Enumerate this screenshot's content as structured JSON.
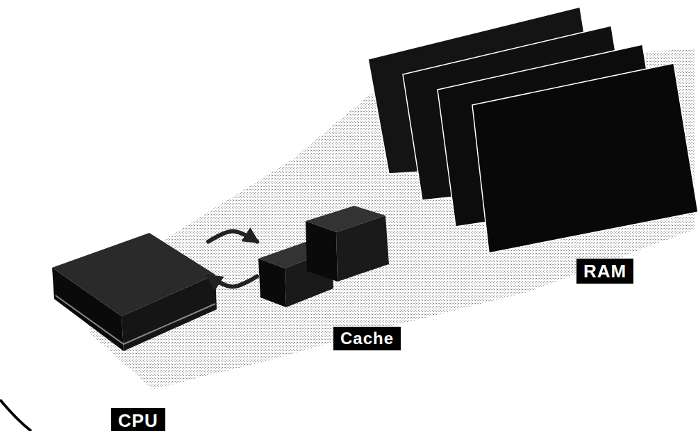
{
  "diagram": {
    "nodes": [
      {
        "text": [
          "CPU"
        ]
      },
      {
        "text": [
          "Cache"
        ]
      },
      {
        "text": [
          "RAM"
        ]
      }
    ],
    "edges": [
      {
        "from": 0,
        "to": 1,
        "arrow": "to"
      },
      {
        "from": 1,
        "to": 0,
        "arrow": "to"
      }
    ]
  }
}
